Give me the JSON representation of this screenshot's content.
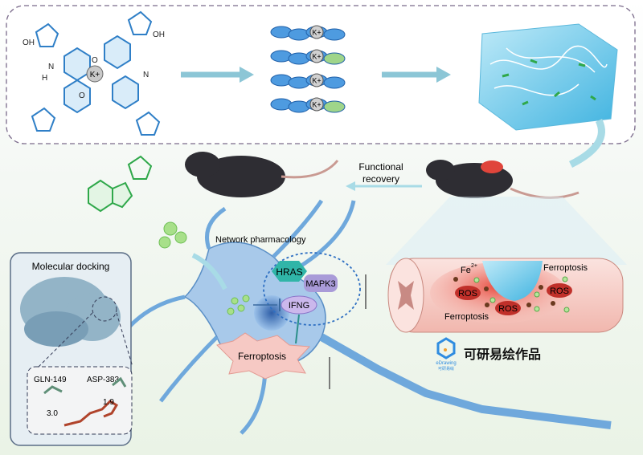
{
  "top_panel": {
    "potassium_labels": [
      "K+",
      "K+",
      "K+",
      "K+",
      "K+"
    ],
    "atom_labels": [
      "O",
      "N",
      "H",
      "OH",
      "N",
      "O",
      "OH"
    ]
  },
  "middle": {
    "functional_recovery_line1": "Functional",
    "functional_recovery_line2": "recovery",
    "network_pharmacology": "Network pharmacology"
  },
  "targets": {
    "hras": "HRAS",
    "mapk3": "MAPK3",
    "ifng": "IFNG"
  },
  "neuron": {
    "ferroptosis": "Ferroptosis"
  },
  "docking": {
    "title": "Molecular docking",
    "residue_1": "GLN-149",
    "residue_2": "ASP-383",
    "distance_1": "3.0",
    "distance_2": "1.9"
  },
  "spinal_cord": {
    "fe": "Fe",
    "fe_charge": "2+",
    "ros_labels": [
      "ROS",
      "ROS",
      "ROS"
    ],
    "ferroptosis_1": "Ferroptosis",
    "ferroptosis_2": "Ferroptosis"
  },
  "watermark": {
    "logo_text": "eDrawing",
    "logo_subtext": "可研易绘",
    "caption": "可研易绘作品"
  },
  "colors": {
    "hexagon_blue": "#3a8fd6",
    "neuron_blue": "#6fa8dc",
    "ferroptosis_pink": "#f6c9c4",
    "hydrogel_cyan": "#7fd3ee",
    "ligand_red": "#b0442c",
    "residue_green": "#5f8f78"
  }
}
